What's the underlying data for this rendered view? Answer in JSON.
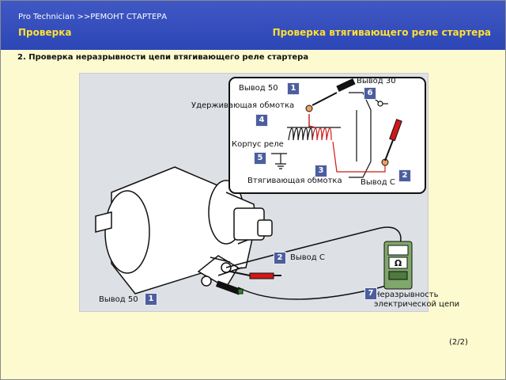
{
  "header": {
    "breadcrumb": "Pro  Technician >>РЕМОНТ СТАРТЕРА",
    "section": "Проверка",
    "title": "Проверка втягивающего реле стартера"
  },
  "content": {
    "subtitle": "2. Проверка неразрывности цепи втягивающего реле стартера",
    "page_indicator": "(2/2)"
  },
  "diagram": {
    "labels": {
      "terminal30": "Вывод 30",
      "terminal50_top": "Вывод 50",
      "hold_winding": "Удерживающая обмотка",
      "relay_body": "Корпус реле",
      "pull_winding": "Втягивающая обмотка",
      "terminalC_top": "Вывод C",
      "terminalC_bottom": "Вывод C",
      "terminal50_bottom": "Вывод 50",
      "continuity_line1": "Неразрывность",
      "continuity_line2": "электрической цепи",
      "meter_symbol": "Ω"
    },
    "badges": {
      "b1_top": "1",
      "b6": "6",
      "b4": "4",
      "b5": "5",
      "b3": "3",
      "b2_top": "2",
      "b2_bottom": "2",
      "b7": "7",
      "b1_bottom": "1"
    },
    "colors": {
      "header_bg": "#3048b8",
      "header_accent": "#ffe033",
      "background": "#fdfad0",
      "badge": "#4c5e9e",
      "probe_red": "#d01818"
    }
  }
}
